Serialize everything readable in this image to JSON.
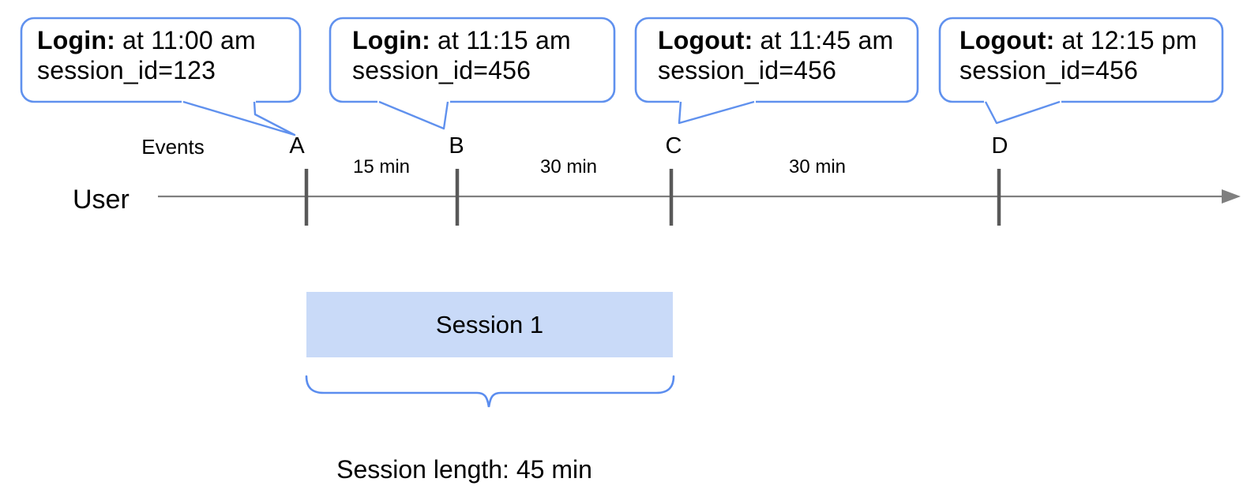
{
  "callouts": [
    {
      "event_ref": "A",
      "title": "Login:",
      "time": "at 11:00 am",
      "session": "session_id=123"
    },
    {
      "event_ref": "B",
      "title": "Login:",
      "time": "at 11:15 am",
      "session": "session_id=456"
    },
    {
      "event_ref": "C",
      "title": "Logout:",
      "time": "at 11:45 am",
      "session": "session_id=456"
    },
    {
      "event_ref": "D",
      "title": "Logout:",
      "time": "at 12:15 pm",
      "session": "session_id=456"
    }
  ],
  "timeline": {
    "row_label": "User",
    "events_label": "Events",
    "markers": [
      "A",
      "B",
      "C",
      "D"
    ],
    "intervals": [
      "15 min",
      "30 min",
      "30 min"
    ]
  },
  "session": {
    "box_label": "Session 1",
    "length_label": "Session length: 45 min"
  },
  "colors": {
    "callout_border": "#6091ee",
    "brace": "#5b8def",
    "session_fill": "#c9daf8",
    "axis_line": "#7f7f7f",
    "tick": "#595959"
  }
}
